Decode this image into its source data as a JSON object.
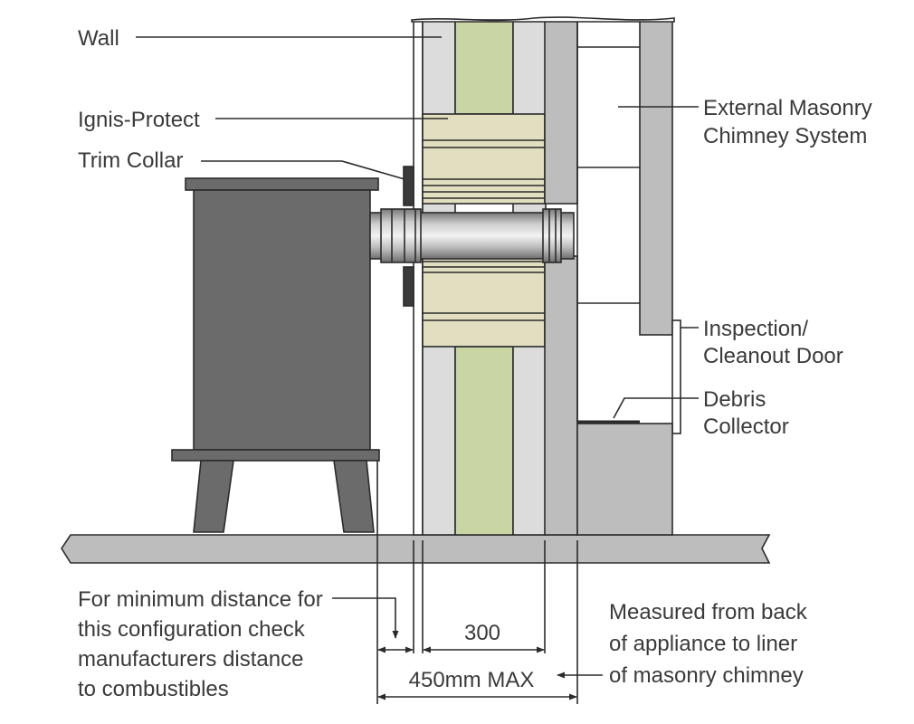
{
  "labels": {
    "wall": "Wall",
    "ignis_protect": "Ignis-Protect",
    "trim_collar": "Trim Collar",
    "external_masonry_1": "External Masonry",
    "external_masonry_2": "Chimney System",
    "inspection_1": "Inspection/",
    "inspection_2": "Cleanout Door",
    "debris_1": "Debris",
    "debris_2": "Collector"
  },
  "notes": {
    "min_distance": [
      "For minimum distance for",
      "this configuration check",
      "manufacturers distance",
      "to combustibles"
    ],
    "measured_from": [
      "Measured from back",
      "of appliance to liner",
      "of masonry chimney"
    ]
  },
  "dimensions": {
    "inner": "300",
    "overall": "450mm MAX"
  },
  "colors": {
    "stove": "#6b6b6b",
    "wall_board": "#dcdcdc",
    "insulation": "#c9d5a3",
    "ignis": "#e2dfc1",
    "masonry": "#bdbdbd",
    "floor": "#bdbdbd",
    "pipe": "#9a9a9a",
    "collar": "#3a3a3a"
  }
}
